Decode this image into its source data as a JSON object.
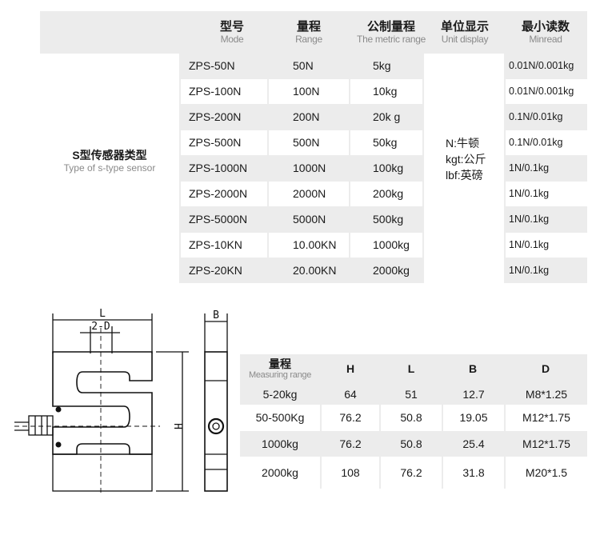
{
  "spec_table": {
    "headers": [
      {
        "zh": "型号",
        "en": "Mode"
      },
      {
        "zh": "量程",
        "en": "Range"
      },
      {
        "zh": "公制量程",
        "en": "The metric range"
      },
      {
        "zh": "单位显示",
        "en": "Unit display"
      },
      {
        "zh": "最小读数",
        "en": "Minread"
      }
    ],
    "category_zh": "S型传感器类型",
    "category_en": "Type of s-type sensor",
    "unit_display": [
      "N:牛顿",
      "kgt:公斤",
      "lbf:英磅"
    ],
    "rows": [
      {
        "model": "ZPS-50N",
        "range": "50N",
        "metric": "5kg",
        "minread": "0.01N/0.001kg"
      },
      {
        "model": "ZPS-100N",
        "range": "100N",
        "metric": "10kg",
        "minread": "0.01N/0.001kg"
      },
      {
        "model": "ZPS-200N",
        "range": "200N",
        "metric": "20k g",
        "minread": "0.1N/0.01kg"
      },
      {
        "model": "ZPS-500N",
        "range": "500N",
        "metric": "50kg",
        "minread": "0.1N/0.01kg"
      },
      {
        "model": "ZPS-1000N",
        "range": "1000N",
        "metric": "100kg",
        "minread": "1N/0.1kg"
      },
      {
        "model": "ZPS-2000N",
        "range": "2000N",
        "metric": "200kg",
        "minread": "1N/0.1kg"
      },
      {
        "model": "ZPS-5000N",
        "range": "5000N",
        "metric": "500kg",
        "minread": "1N/0.1kg"
      },
      {
        "model": "ZPS-10KN",
        "range": "10.00KN",
        "metric": "1000kg",
        "minread": "1N/0.1kg"
      },
      {
        "model": "ZPS-20KN",
        "range": "20.00KN",
        "metric": "2000kg",
        "minread": "1N/0.1kg"
      }
    ]
  },
  "drawing": {
    "label_L": "L",
    "label_2D": "2-D",
    "label_H": "H",
    "label_B": "B"
  },
  "dims_table": {
    "range_zh": "量程",
    "range_en": "Measuring range",
    "headers": [
      "H",
      "L",
      "B",
      "D"
    ],
    "rows": [
      {
        "range": "5-20kg",
        "H": "64",
        "L": "51",
        "B": "12.7",
        "D": "M8*1.25"
      },
      {
        "range": "50-500Kg",
        "H": "76.2",
        "L": "50.8",
        "B": "19.05",
        "D": "M12*1.75"
      },
      {
        "range": "1000kg",
        "H": "76.2",
        "L": "50.8",
        "B": "25.4",
        "D": "M12*1.75"
      },
      {
        "range": "2000kg",
        "H": "108",
        "L": "76.2",
        "B": "31.8",
        "D": "M20*1.5"
      }
    ]
  }
}
